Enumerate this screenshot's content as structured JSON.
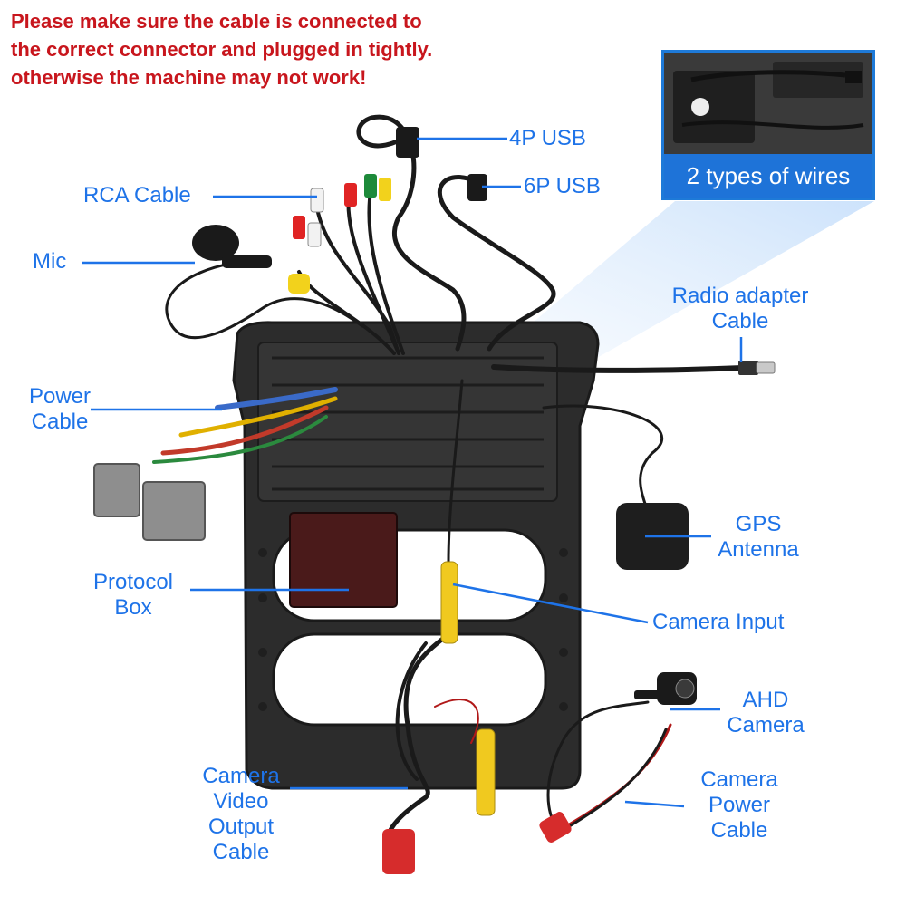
{
  "warning": {
    "lines": [
      "Please make sure the cable is connected to",
      "the correct connector and plugged in tightly.",
      "otherwise the machine may not  work!"
    ],
    "color": "#c8161d"
  },
  "inset": {
    "caption": "2 types of wires",
    "border_color": "#1e7ad8"
  },
  "labels": {
    "usb4p": "4P USB",
    "usb6p": "6P USB",
    "rca": "RCA Cable",
    "mic": "Mic",
    "radio_adapter": [
      "Radio adapter",
      "Cable"
    ],
    "power_cable": [
      "Power",
      "Cable"
    ],
    "gps_antenna": [
      "GPS",
      "Antenna"
    ],
    "protocol_box": [
      "Protocol",
      "Box"
    ],
    "camera_input": "Camera Input",
    "ahd_camera": [
      "AHD",
      "Camera"
    ],
    "camera_video_output": [
      "Camera",
      "Video",
      "Output",
      "Cable"
    ],
    "camera_power": [
      "Camera",
      "Power",
      "Cable"
    ]
  },
  "colors": {
    "label_blue": "#1e73e8",
    "leader_line": "#1e73e8",
    "panel_dark": "#2a2a2a"
  }
}
